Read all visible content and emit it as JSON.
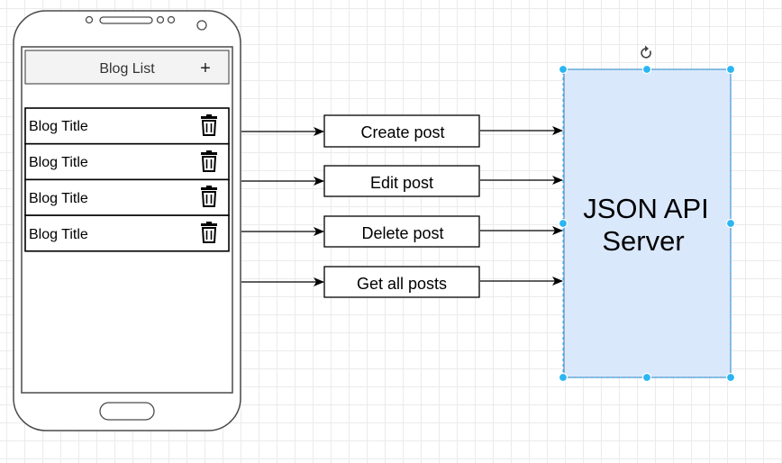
{
  "phone": {
    "header_title": "Blog List",
    "add_symbol": "+",
    "rows": [
      {
        "title": "Blog Title",
        "icon": "trash-icon"
      },
      {
        "title": "Blog Title",
        "icon": "trash-icon"
      },
      {
        "title": "Blog Title",
        "icon": "trash-icon"
      },
      {
        "title": "Blog Title",
        "icon": "trash-icon"
      }
    ]
  },
  "operations": [
    {
      "label": "Create post"
    },
    {
      "label": "Edit post"
    },
    {
      "label": "Delete post"
    },
    {
      "label": "Get all posts"
    }
  ],
  "server": {
    "line1": "JSON API",
    "line2": "Server",
    "fill_color": "#dae8fc",
    "stroke_color": "#6c8ebf",
    "selected": true
  },
  "canvas": {
    "grid": true,
    "selection_color": "#29b6f2",
    "rotate_icon": "rotate-icon"
  }
}
